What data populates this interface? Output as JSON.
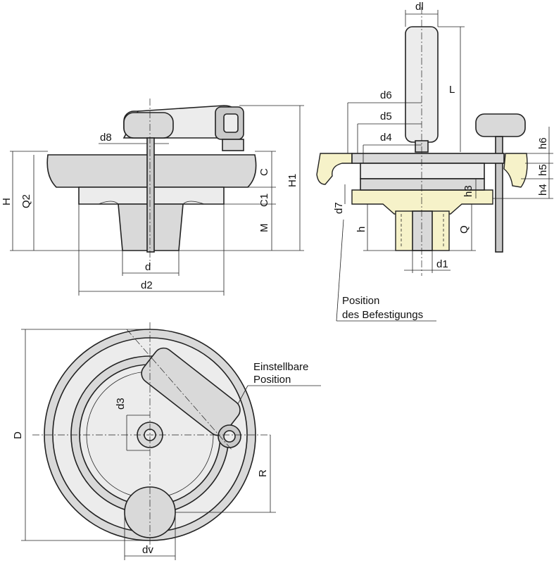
{
  "labels": {
    "dl": "dl",
    "L": "L",
    "d6": "d6",
    "d5": "d5",
    "d4": "d4",
    "d8": "d8",
    "H": "H",
    "Q2": "Q2",
    "C": "C",
    "C1": "C1",
    "M": "M",
    "H1": "H1",
    "d": "d",
    "d2": "d2",
    "h6": "h6",
    "h5": "h5",
    "h4": "h4",
    "h3": "h3",
    "d7": "d7",
    "h": "h",
    "Q": "Q",
    "d1": "d1",
    "d3": "d3",
    "D": "D",
    "R": "R",
    "dv": "dv"
  },
  "notes": {
    "position_line1": "Position",
    "position_line2": "des Befestigungs",
    "adjustable_line1": "Einstellbare",
    "adjustable_line2": "Position"
  }
}
